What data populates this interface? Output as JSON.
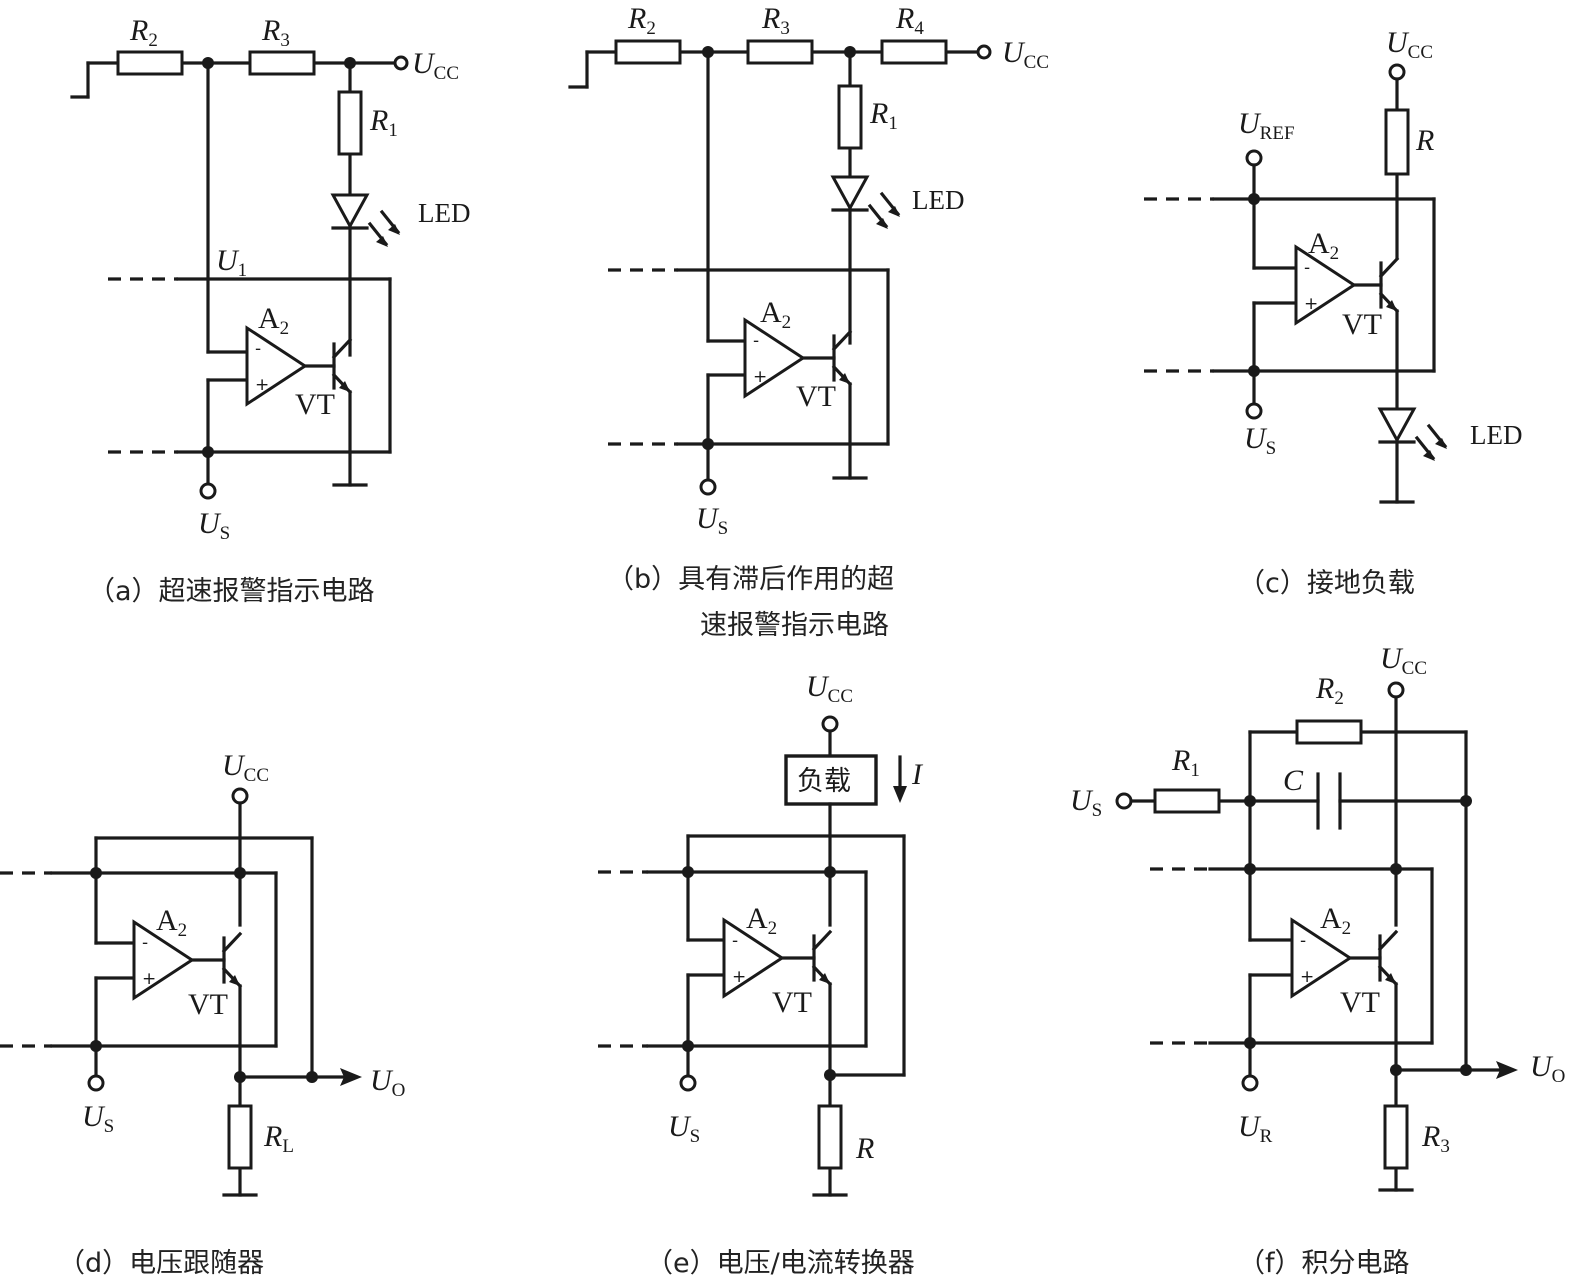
{
  "captions": {
    "a": "（a）超速报警指示电路",
    "b_line1": "（b）具有滞后作用的超",
    "b_line2": "速报警指示电路",
    "c": "（c）接地负载",
    "d": "（d）电压跟随器",
    "e": "（e）电压/电流转换器",
    "f": "（f）积分电路"
  },
  "labels": {
    "U": "U",
    "CC": "CC",
    "S": "S",
    "O": "O",
    "R_sub": "R",
    "REF": "REF",
    "one": "1",
    "R": "R",
    "sub1": "1",
    "sub2": "2",
    "sub3": "3",
    "sub4": "4",
    "L": "L",
    "A": "A",
    "VT": "VT",
    "LED": "LED",
    "C": "C",
    "I": "I",
    "minus": "-",
    "plus": "+",
    "load": "负载"
  }
}
